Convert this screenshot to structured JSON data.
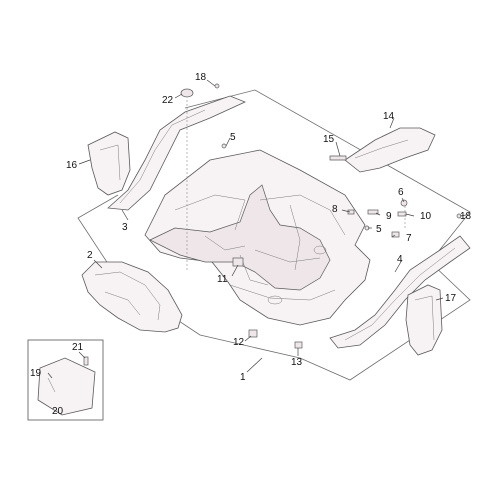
{
  "callouts": {
    "c1": "1",
    "c2": "2",
    "c3": "3",
    "c4": "4",
    "c5a": "5",
    "c5b": "5",
    "c6": "6",
    "c7": "7",
    "c8": "8",
    "c9": "9",
    "c10": "10",
    "c11": "11",
    "c12": "12",
    "c13": "13",
    "c14": "14",
    "c15": "15",
    "c16": "16",
    "c17": "17",
    "c18a": "18",
    "c18b": "18",
    "c19": "19",
    "c20": "20",
    "c21": "21",
    "c22": "22"
  }
}
